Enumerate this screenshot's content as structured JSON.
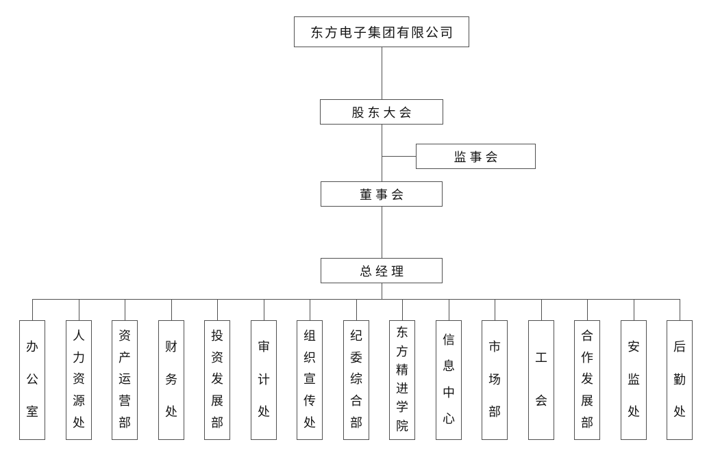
{
  "org": {
    "root": {
      "label": "东方电子集团有限公司"
    },
    "shareholders_meeting": {
      "label": "股东大会"
    },
    "supervisory_board": {
      "label": "监事会"
    },
    "board_of_directors": {
      "label": "董事会"
    },
    "general_manager": {
      "label": "总经理"
    },
    "departments": [
      {
        "label": "办公室"
      },
      {
        "label": "人力资源处"
      },
      {
        "label": "资产运营部"
      },
      {
        "label": "财务处"
      },
      {
        "label": "投资发展部"
      },
      {
        "label": "审计处"
      },
      {
        "label": "组织宣传处"
      },
      {
        "label": "纪委综合部"
      },
      {
        "label": "东方精进学院"
      },
      {
        "label": "信息中心"
      },
      {
        "label": "市场部"
      },
      {
        "label": "工会"
      },
      {
        "label": "合作发展部"
      },
      {
        "label": "安监处"
      },
      {
        "label": "后勤处"
      }
    ]
  }
}
